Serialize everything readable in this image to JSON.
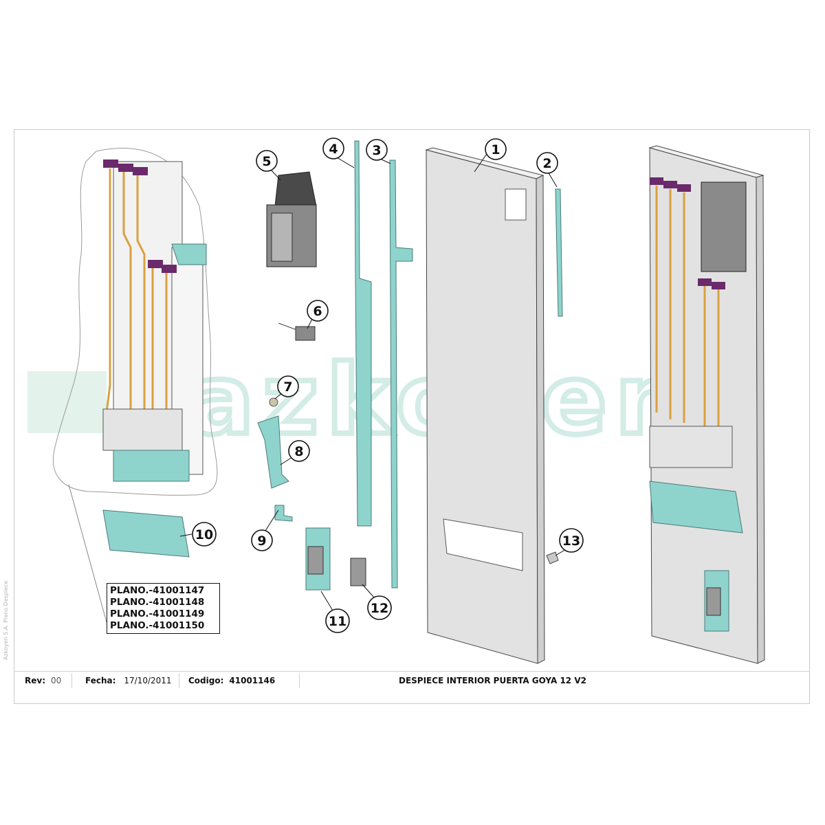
{
  "drawing": {
    "title": "DESPIECE INTERIOR PUERTA GOYA 12 V2",
    "callouts": [
      "1",
      "2",
      "3",
      "4",
      "5",
      "6",
      "7",
      "8",
      "9",
      "10",
      "11",
      "12",
      "13"
    ],
    "plano_refs": [
      "PLANO.-41001147",
      "PLANO.-41001148",
      "PLANO.-41001149",
      "PLANO.-41001150"
    ],
    "watermark_text": "azkoyen",
    "side_text": "Azkoyen S.A. Plano Despiece"
  },
  "title_block": {
    "rev_label": "Rev:",
    "rev_value": "00",
    "fecha_label": "Fecha:",
    "fecha_value": "17/10/2011",
    "codigo_label": "Codigo:",
    "codigo_value": "41001146"
  },
  "colors": {
    "part_teal": "#8fd3cd",
    "part_grey": "#d9d9d9",
    "cable_orange": "#d9a040",
    "cable_purple": "#6b2a6b",
    "watermark": "#d8efe9"
  }
}
